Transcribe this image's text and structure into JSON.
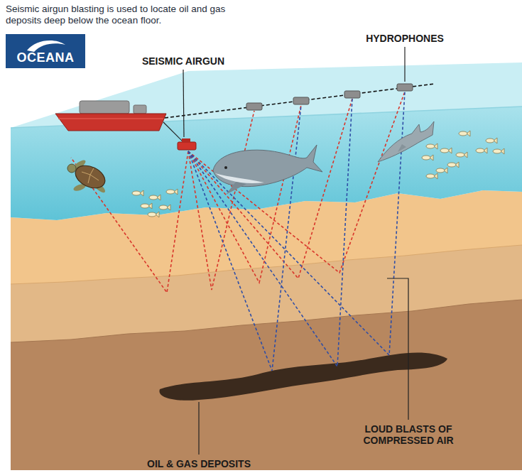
{
  "diagram": {
    "title": "Seismic airgun blasting is used to locate oil and gas deposits deep below the ocean floor.",
    "nodes": [
      {
        "text": [
          "OCEANA"
        ]
      }
    ],
    "labels": [
      "SEISMIC AIRGUN",
      "HYDROPHONES",
      "LOUD BLASTS OF COMPRESSED AIR",
      "OIL & GAS DEPOSITS"
    ]
  }
}
